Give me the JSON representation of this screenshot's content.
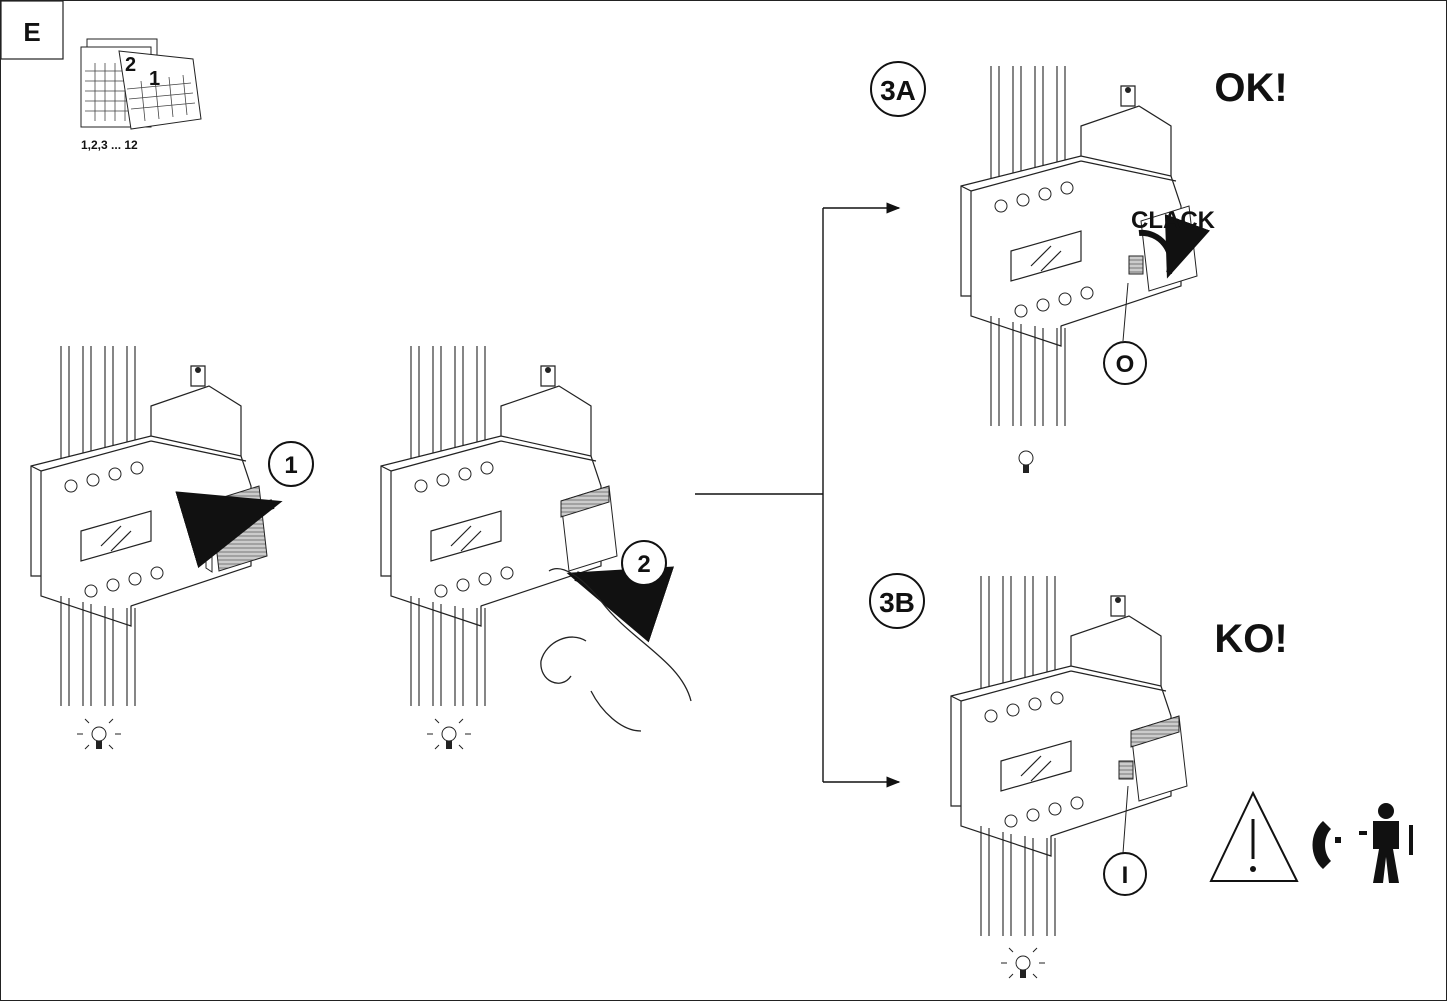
{
  "section_label": "E",
  "calendar": {
    "caption": "1,2,3 ... 12",
    "page_front": "1",
    "page_back": "2"
  },
  "steps": {
    "step1": "1",
    "step2": "2",
    "step3a": "3A",
    "step3b": "3B"
  },
  "results": {
    "ok": "OK!",
    "ko": "KO!",
    "clack": "CLACK",
    "lever_off": "O",
    "lever_on": "I"
  },
  "icons": [
    "calendar-icon",
    "bulb-icon",
    "arrow-icon",
    "hand-icon",
    "warning-icon",
    "phone-icon",
    "technician-icon"
  ]
}
